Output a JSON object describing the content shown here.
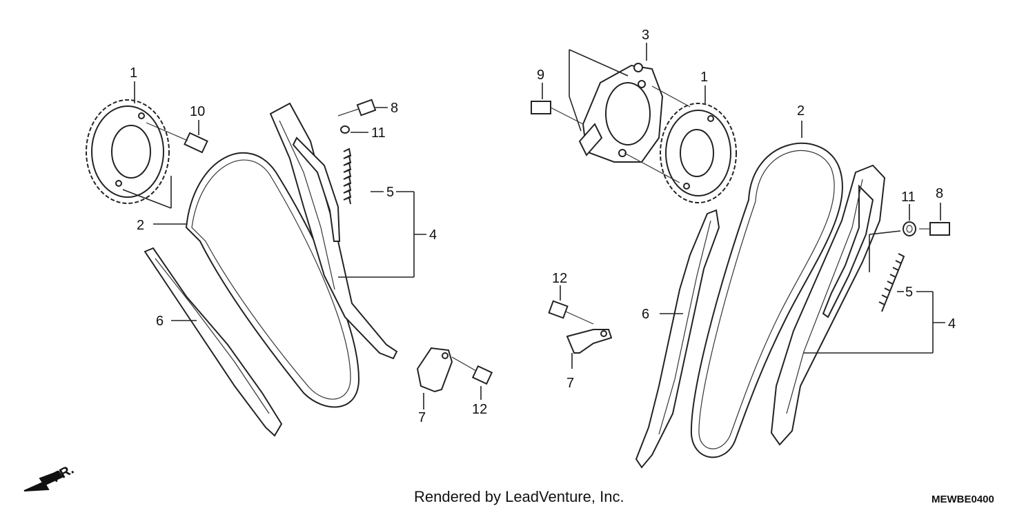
{
  "callouts": {
    "l1": "1",
    "l10": "10",
    "l2": "2",
    "l8": "8",
    "l11": "11",
    "l5": "5",
    "l4": "4",
    "l6": "6",
    "l7": "7",
    "l12": "12",
    "r3": "3",
    "r9": "9",
    "r1": "1",
    "r2": "2",
    "r11": "11",
    "r8": "8",
    "r5": "5",
    "r4": "4",
    "r12": "12",
    "r6": "6",
    "r7": "7"
  },
  "direction_label": "FR.",
  "footer": {
    "credit": "Rendered by LeadVenture, Inc.",
    "diagram_code": "MEWBE0400"
  },
  "icons": {
    "direction": "front-arrow-icon"
  }
}
